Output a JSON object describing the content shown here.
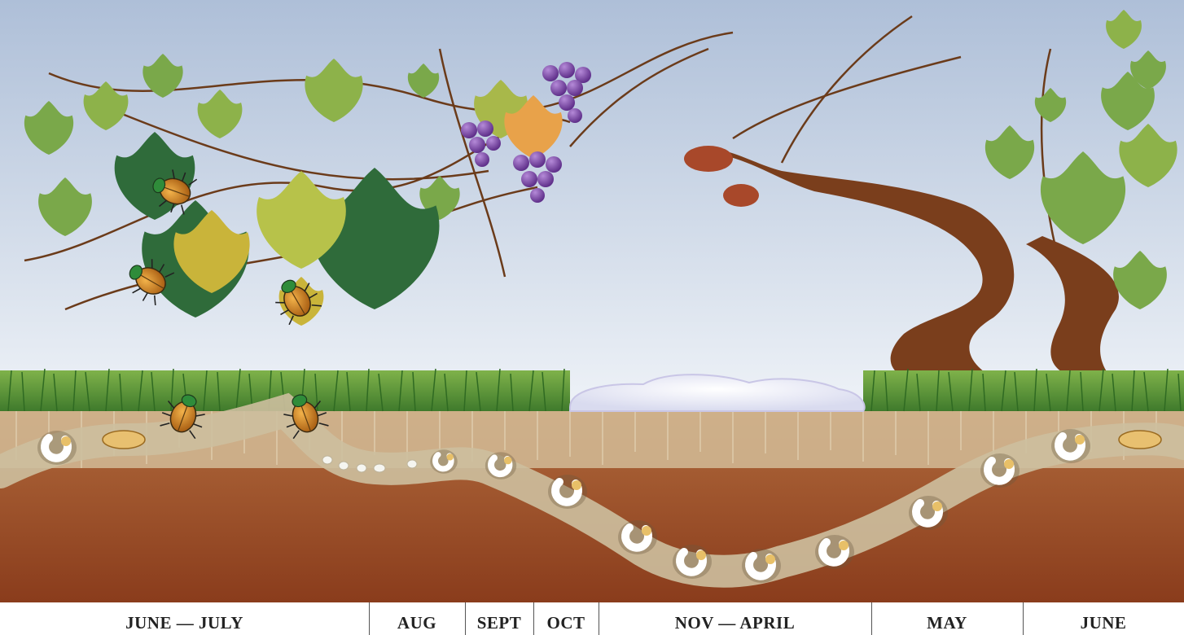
{
  "timeline": {
    "segments": [
      {
        "label": "JUNE — JULY"
      },
      {
        "label": "AUG"
      },
      {
        "label": "SEPT"
      },
      {
        "label": "OCT"
      },
      {
        "label": "NOV — APRIL"
      },
      {
        "label": "MAY"
      },
      {
        "label": "JUNE"
      }
    ]
  },
  "colors": {
    "sky_top": "#aebfd8",
    "sky_bottom": "#eef2f7",
    "grass": "#5f9a3c",
    "soil_top": "#d6c29e",
    "soil_deep": "#8a3c1c",
    "burrow": "#cdbf9e",
    "leaf_dark": "#2f6b3a",
    "leaf_light": "#8db24a",
    "grape": "#7b4aa6",
    "vine_trunk": "#7a3e1c",
    "beetle_shell": "#c87a1a",
    "beetle_head": "#2f8c3a",
    "snow": "#f3f4fb"
  }
}
